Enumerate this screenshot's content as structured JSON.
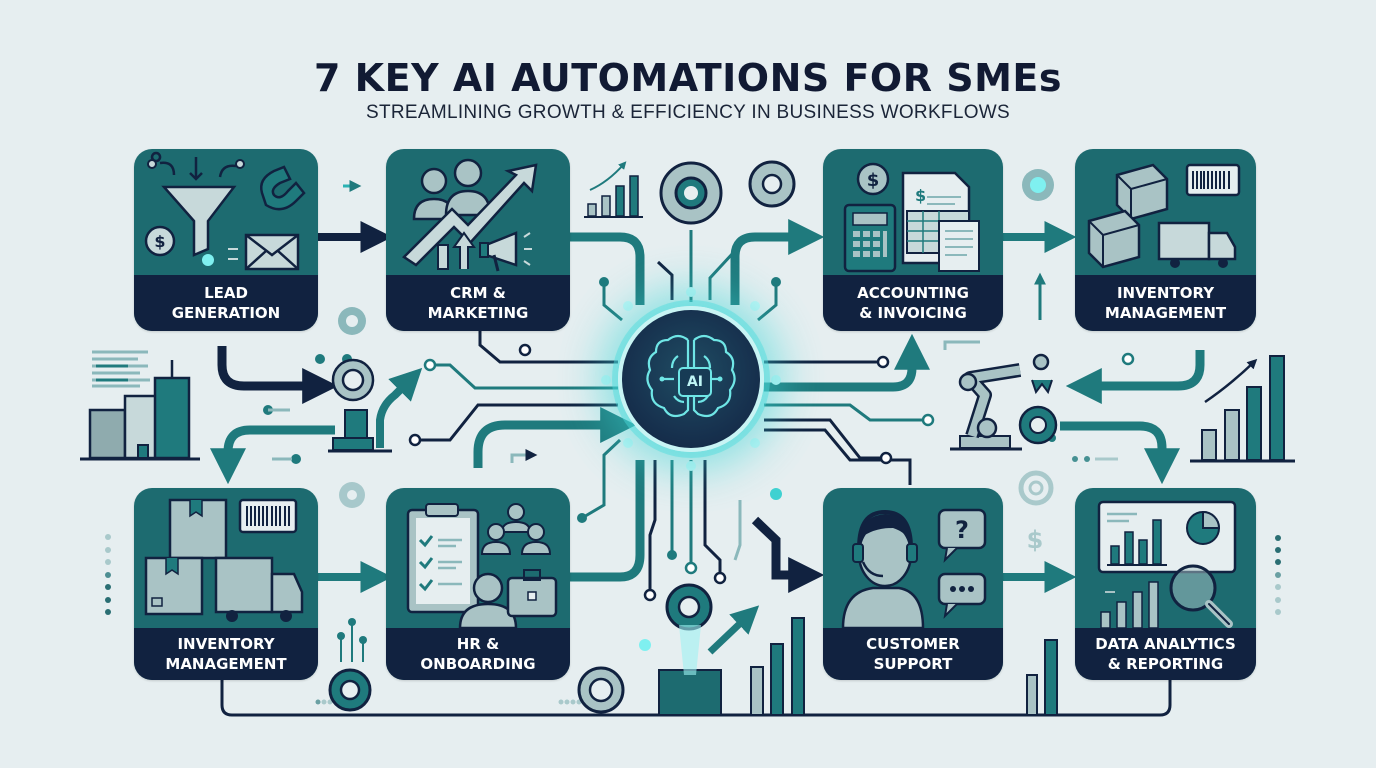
{
  "header": {
    "title": "7 KEY AI AUTOMATIONS FOR SMEs",
    "subtitle": "STREAMLINING GROWTH & EFFICIENCY IN BUSINESS WORKFLOWS"
  },
  "hub": {
    "label": "AI",
    "icon": "brain-chip-icon"
  },
  "tiles": [
    {
      "id": "lead-generation",
      "line1": "LEAD",
      "line2": "GENERATION",
      "icons": [
        "funnel-icon",
        "magnet-icon",
        "dollar-bubble-icon",
        "envelope-icon"
      ]
    },
    {
      "id": "crm-marketing",
      "line1": "CRM &",
      "line2": "MARKETING",
      "icons": [
        "people-icon",
        "trend-arrow-icon",
        "megaphone-icon"
      ]
    },
    {
      "id": "accounting-invoicing",
      "line1": "ACCOUNTING",
      "line2": "& INVOICING",
      "icons": [
        "dollar-coin-icon",
        "calculator-icon",
        "invoice-icon",
        "spreadsheet-icon"
      ]
    },
    {
      "id": "inventory-management-top",
      "line1": "INVENTORY",
      "line2": "MANAGEMENT",
      "icons": [
        "boxes-icon",
        "barcode-icon",
        "truck-icon"
      ]
    },
    {
      "id": "inventory-management-bottom",
      "line1": "INVENTORY",
      "line2": "MANAGEMENT",
      "icons": [
        "boxes-icon",
        "barcode-icon",
        "truck-icon"
      ]
    },
    {
      "id": "hr-onboarding",
      "line1": "HR &",
      "line2": "ONBOARDING",
      "icons": [
        "clipboard-checklist-icon",
        "team-icon",
        "person-icon",
        "briefcase-icon"
      ]
    },
    {
      "id": "customer-support",
      "line1": "CUSTOMER",
      "line2": "SUPPORT",
      "icons": [
        "headset-agent-icon",
        "question-bubble-icon",
        "typing-bubble-icon"
      ]
    },
    {
      "id": "data-analytics-reporting",
      "line1": "DATA ANALYTICS",
      "line2": "& REPORTING",
      "icons": [
        "dashboard-chart-icon",
        "pie-chart-icon",
        "magnifier-icon",
        "bar-chart-icon"
      ]
    }
  ],
  "decorations": {
    "left": [
      "office-buildings-icon",
      "gear-icon",
      "growth-arrow-icon"
    ],
    "right": [
      "robot-arm-icon",
      "gear-icon",
      "bar-chart-icon"
    ],
    "center": [
      "bar-chart-icon",
      "gear-icon",
      "gear-icon"
    ],
    "bottom": [
      "gear-icon",
      "gear-icon",
      "bar-chart-icon",
      "growth-arrow-icon"
    ]
  },
  "colors": {
    "background": "#e6eef0",
    "tile": "#1d6b70",
    "label_band": "#112240",
    "accent_teal": "#1f7a7d",
    "glow": "#4cdcdc",
    "icon_light": "#b9d3d3",
    "navy": "#112240"
  }
}
